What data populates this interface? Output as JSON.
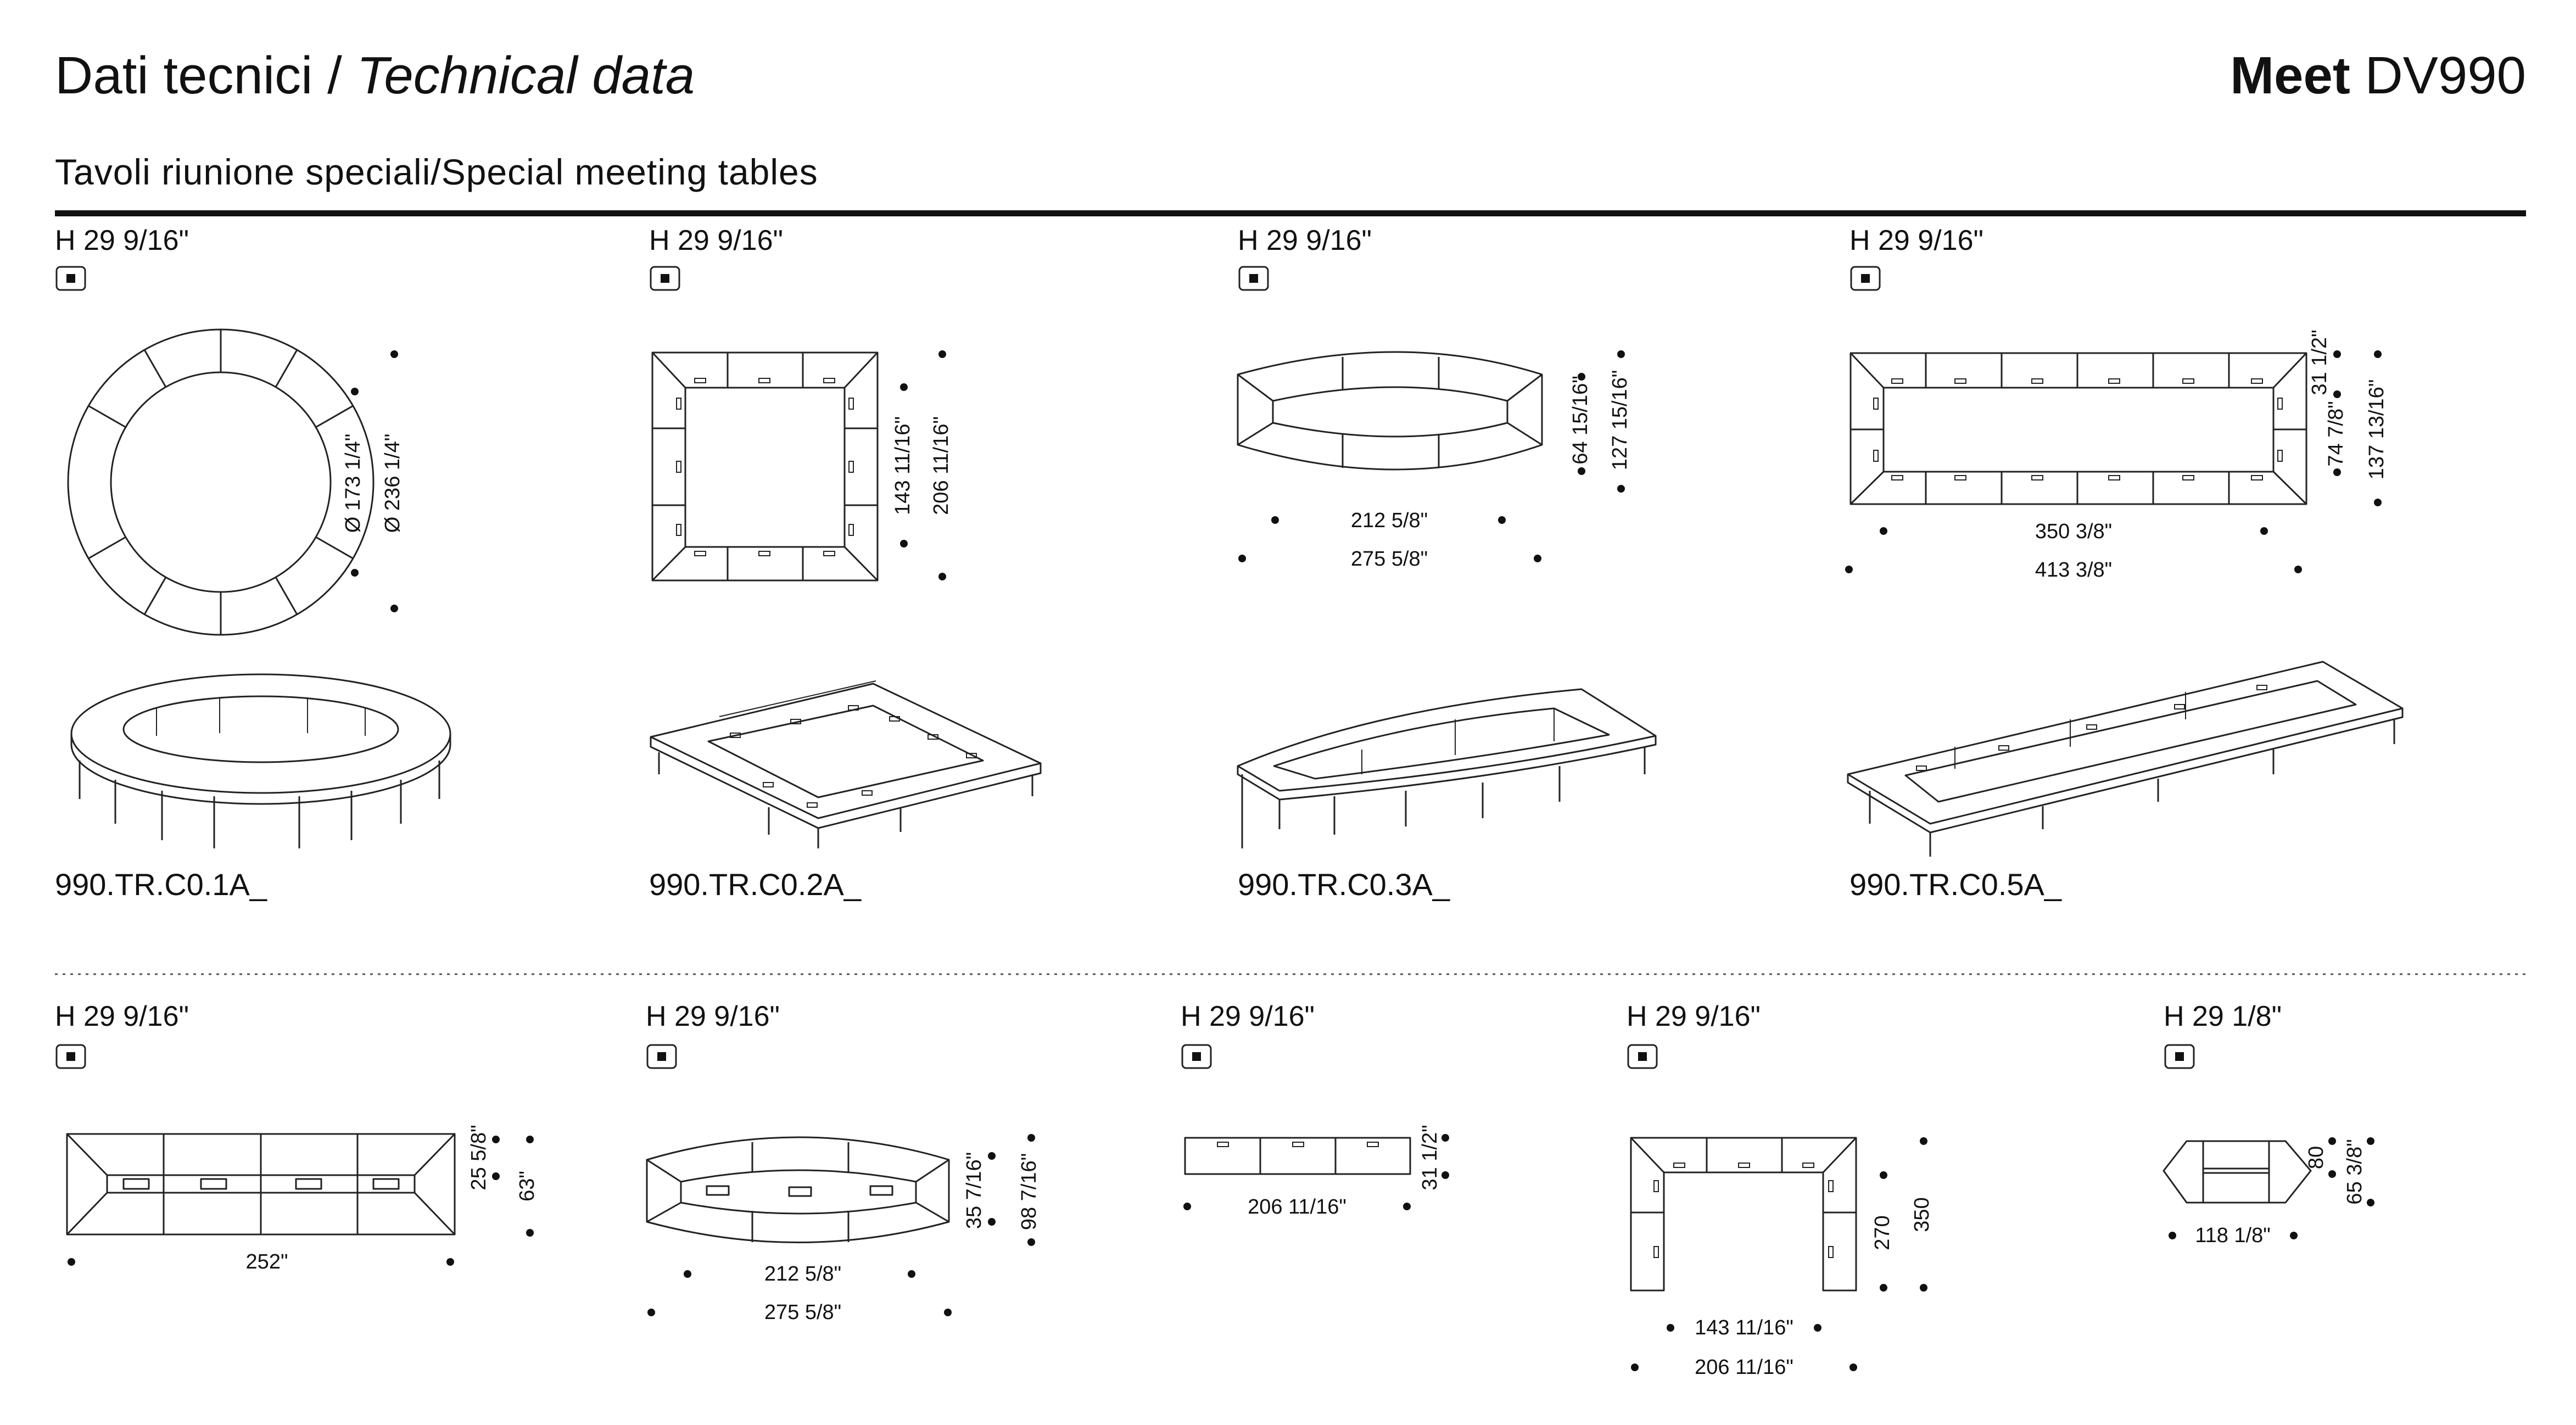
{
  "header": {
    "title_it": "Dati tecnici / ",
    "title_en": "Technical data",
    "brand_bold": "Meet",
    "brand_model": " DV990",
    "subtitle": "Tavoli riunione speciali/Special meeting tables"
  },
  "row1": [
    {
      "height": "H 29 9/16\"",
      "code": "990.TR.C0.1A_",
      "dims": [
        "Ø 173 1/4\"",
        "Ø 236 1/4\""
      ]
    },
    {
      "height": "H 29 9/16\"",
      "code": "990.TR.C0.2A_",
      "dims": [
        "143 11/16\"",
        "206 11/16\""
      ]
    },
    {
      "height": "H 29 9/16\"",
      "code": "990.TR.C0.3A_",
      "dims": [
        "64 15/16\"",
        "127 15/16\"",
        "212 5/8\"",
        "275 5/8\""
      ]
    },
    {
      "height": "H 29 9/16\"",
      "code": "990.TR.C0.5A_",
      "dims": [
        "31 1/2\"",
        "74 7/8\"",
        "137 13/16\"",
        "350 3/8\"",
        "413 3/8\""
      ]
    }
  ],
  "row2": [
    {
      "height": "H 29 9/16\"",
      "dims": [
        "25 5/8\"",
        "63\"",
        "252\""
      ]
    },
    {
      "height": "H 29 9/16\"",
      "dims": [
        "35 7/16\"",
        "98 7/16\"",
        "212 5/8\"",
        "275 5/8\""
      ]
    },
    {
      "height": "H 29 9/16\"",
      "dims": [
        "31 1/2\"",
        "206 11/16\""
      ]
    },
    {
      "height": "H 29 9/16\"",
      "dims": [
        "270",
        "350",
        "143 11/16\"",
        "206 11/16\""
      ]
    },
    {
      "height": "H 29 1/8\"",
      "dims": [
        "80",
        "65 3/8\"",
        "118 1/8\""
      ]
    }
  ]
}
